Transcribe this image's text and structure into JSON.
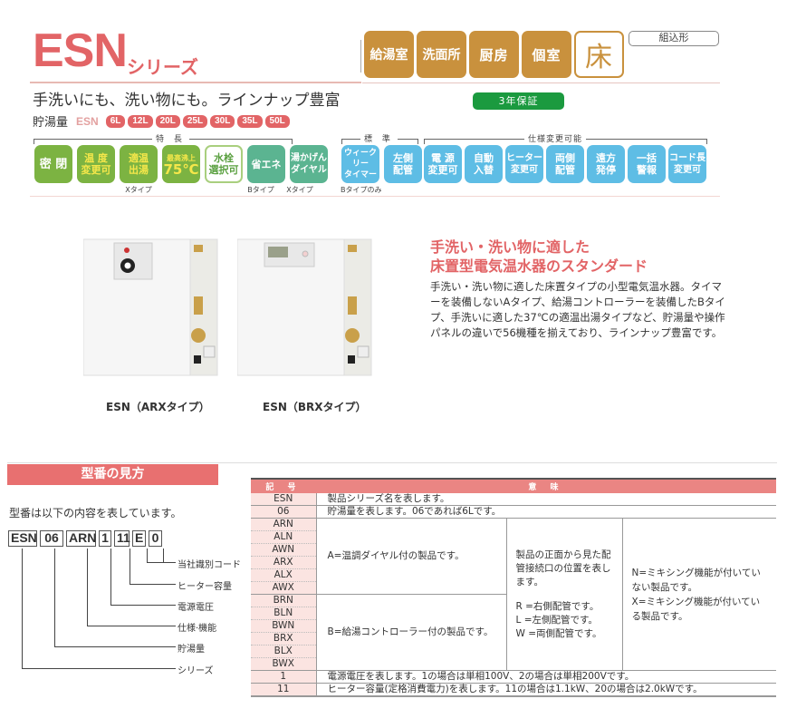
{
  "header": {
    "series_code": "ESN",
    "series_suffix": "シリーズ",
    "tagline": "手洗いにも、洗い物にも。ラインナップ豊富",
    "capacity_label": "貯湯量",
    "capacity_prefix": "ESN",
    "capacities": [
      "6L",
      "12L",
      "20L",
      "25L",
      "30L",
      "35L",
      "50L"
    ]
  },
  "locations": {
    "items": [
      "給湯室",
      "洗面所",
      "厨房",
      "個室"
    ],
    "active": "床",
    "install_type": "組込形",
    "warranty": "3年保証",
    "colors": {
      "location": "#c9913d",
      "warranty": "#1b9a3f",
      "brand": "#e26466"
    }
  },
  "features": {
    "group_label": "特 長",
    "items": [
      {
        "label1": "密 閉",
        "label2": "",
        "note": ""
      },
      {
        "label1": "温 度",
        "label2": "変更可",
        "note": ""
      },
      {
        "label1": "適温",
        "label2": "出湯",
        "note": "Xタイプ"
      },
      {
        "label1": "最高沸上",
        "label2": "75℃",
        "note": ""
      },
      {
        "label1": "水栓",
        "label2": "選択可",
        "note": ""
      },
      {
        "label1": "省エネ",
        "label2": "",
        "note": "Bタイプ"
      },
      {
        "label1": "湯かげん",
        "label2": "ダイヤル",
        "note": "Xタイプ"
      }
    ]
  },
  "standard": {
    "group_label": "標 準",
    "items": [
      {
        "label1": "ウィークリー",
        "label2": "タイマー",
        "note": "Bタイプのみ"
      },
      {
        "label1": "左側",
        "label2": "配管",
        "note": ""
      }
    ]
  },
  "options": {
    "group_label": "仕様変更可能",
    "items": [
      {
        "label1": "電 源",
        "label2": "変更可"
      },
      {
        "label1": "自動",
        "label2": "入替"
      },
      {
        "label1": "ヒーター",
        "label2": "変更可"
      },
      {
        "label1": "両側",
        "label2": "配管"
      },
      {
        "label1": "遠方",
        "label2": "発停"
      },
      {
        "label1": "一括",
        "label2": "警報"
      },
      {
        "label1": "コード長",
        "label2": "変更可"
      }
    ]
  },
  "products": [
    {
      "caption": "ESN（ARXタイプ）"
    },
    {
      "caption": "ESN（BRXタイプ）"
    }
  ],
  "intro": {
    "headline1": "手洗い・洗い物に適した",
    "headline2": "床置型電気温水器のスタンダード",
    "body": "手洗い・洗い物に適した床置タイプの小型電気温水器。タイマーを装備しないAタイプ、給湯コントローラーを装備したBタイプ、手洗いに適した37℃の適温出湯タイプなど、貯湯量や操作パネルの違いで56機種を揃えており、ラインナップ豊富です。"
  },
  "model_guide": {
    "title": "型番の見方",
    "description": "型番は以下の内容を表しています。",
    "codes": [
      "ESN",
      "06",
      "ARN",
      "1",
      "11",
      "E",
      "0"
    ],
    "labels": [
      "当社識別コード",
      "ヒーター容量",
      "電源電圧",
      "仕様·機能",
      "貯湯量",
      "シリーズ"
    ]
  },
  "table": {
    "headers": [
      "記 号",
      "意 味"
    ],
    "rows": {
      "esn": {
        "code": "ESN",
        "meaning": "製品シリーズ名を表します。"
      },
      "capacity": {
        "code": "06",
        "meaning": "貯湯量を表します。06であれば6Lです。"
      },
      "a_codes": [
        "ARN",
        "ALN",
        "AWN",
        "ARX",
        "ALX",
        "AWX"
      ],
      "a_meaning": "A=温調ダイヤル付の製品です。",
      "b_codes": [
        "BRN",
        "BLN",
        "BWN",
        "BRX",
        "BLX",
        "BWX"
      ],
      "b_meaning": "B=給湯コントローラー付の製品です。",
      "pipe_meaning": "製品の正面から見た配管接続口の位置を表します。",
      "pipe_r": "R =右側配管です。",
      "pipe_l": "L =左側配管です。",
      "pipe_w": "W =両側配管です。",
      "mix_n": "N=ミキシング機能が付いていない製品です。",
      "mix_x": "X=ミキシング機能が付いている製品です。",
      "voltage": {
        "code": "1",
        "meaning": "電源電圧を表します。1の場合は単相100V、2の場合は単相200Vです。"
      },
      "heater": {
        "code": "11",
        "meaning": "ヒーター容量(定格消費電力)を表します。11の場合は1.1kW、20の場合は2.0kWです。"
      }
    }
  }
}
